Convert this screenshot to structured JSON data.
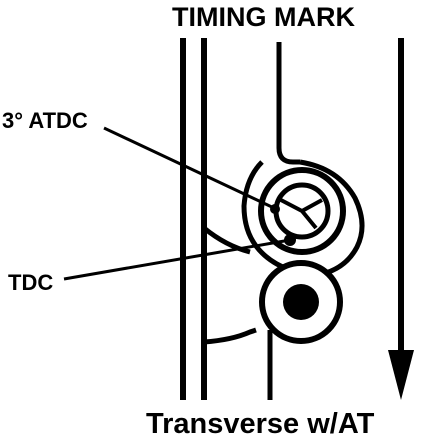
{
  "diagram": {
    "labels": {
      "top": "TIMING MARK",
      "atdc": "3° ATDC",
      "tdc": "TDC",
      "bottom": "Transverse w/AT"
    },
    "colors": {
      "ink": "#000000",
      "paper": "#ffffff"
    },
    "icons": {
      "direction_arrow": "arrow-down-icon"
    }
  }
}
